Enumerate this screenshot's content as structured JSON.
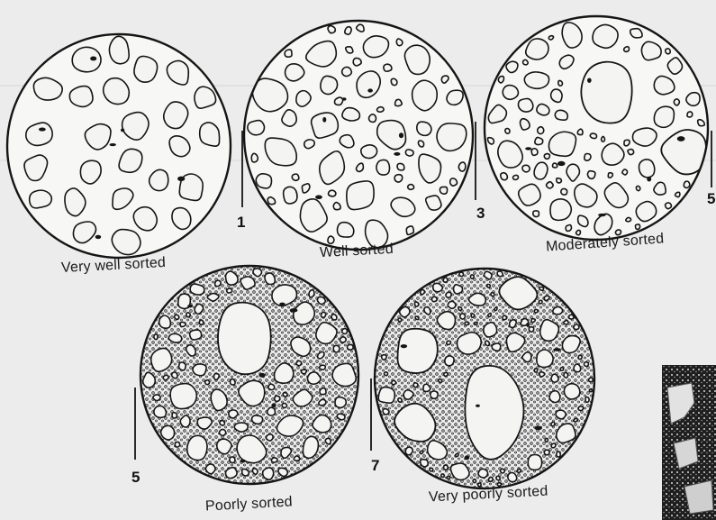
{
  "diagram": {
    "panels": [
      {
        "key": "vws",
        "label": "Very well sorted",
        "scale": "1"
      },
      {
        "key": "ws",
        "label": "Well sorted",
        "scale": "3"
      },
      {
        "key": "ms",
        "label": "Moderately sorted",
        "scale": "5"
      },
      {
        "key": "ps",
        "label": "Poorly sorted",
        "scale": "5"
      },
      {
        "key": "vps",
        "label": "Very poorly sorted",
        "scale": "7"
      }
    ]
  },
  "colors": {
    "ink": "#151515",
    "paper": "#ececec",
    "grain": "#f4f4f2",
    "photo_dark": "#1e1e1e"
  }
}
